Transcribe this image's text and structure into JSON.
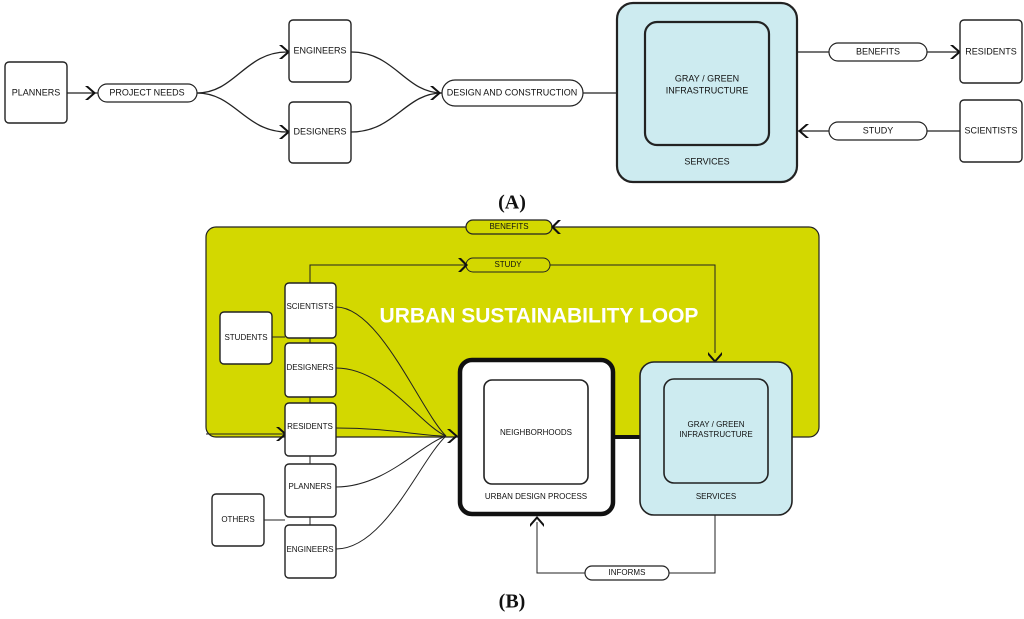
{
  "panel_a": {
    "label": "(A)",
    "planners": "PLANNERS",
    "project_needs": "PROJECT NEEDS",
    "engineers": "ENGINEERS",
    "designers": "DESIGNERS",
    "design_construction": "DESIGN AND CONSTRUCTION",
    "infrastructure_line1": "GRAY / GREEN",
    "infrastructure_line2": "INFRASTRUCTURE",
    "services": "SERVICES",
    "benefits": "BENEFITS",
    "residents": "RESIDENTS",
    "study": "STUDY",
    "scientists": "SCIENTISTS"
  },
  "panel_b": {
    "label": "(B)",
    "loop_title": "URBAN SUSTAINABILITY LOOP",
    "benefits": "BENEFITS",
    "study": "STUDY",
    "students": "STUDENTS",
    "scientists": "SCIENTISTS",
    "designers": "DESIGNERS",
    "residents": "RESIDENTS",
    "planners": "PLANNERS",
    "engineers": "ENGINEERS",
    "others": "OTHERS",
    "neighborhoods": "NEIGHBORHOODS",
    "urban_design_process": "URBAN DESIGN PROCESS",
    "infrastructure_line1": "GRAY / GREEN",
    "infrastructure_line2": "INFRASTRUCTURE",
    "services": "SERVICES",
    "informs": "INFORMS"
  },
  "colors": {
    "loop_fill": "#d3d800",
    "infrastructure_fill": "#cdebf0",
    "stroke": "#222222"
  }
}
